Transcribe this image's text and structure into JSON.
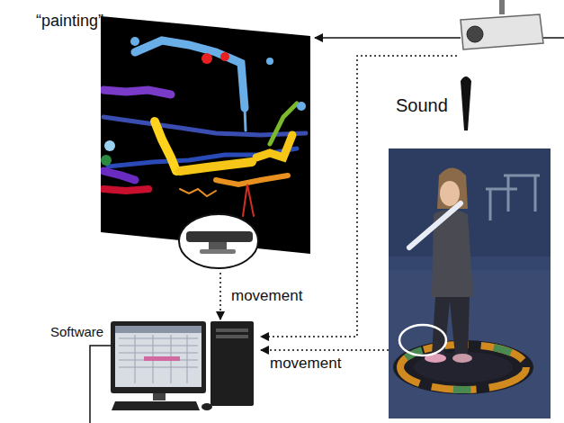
{
  "diagram": {
    "nodes": [
      {
        "text": [
          "“painting”"
        ]
      },
      {
        "text": [
          "Software"
        ]
      }
    ],
    "edges": [
      {
        "from": 0,
        "to": 1,
        "arrow": "to",
        "label": "movement"
      }
    ],
    "labels": [
      "Sound",
      "movement"
    ]
  }
}
